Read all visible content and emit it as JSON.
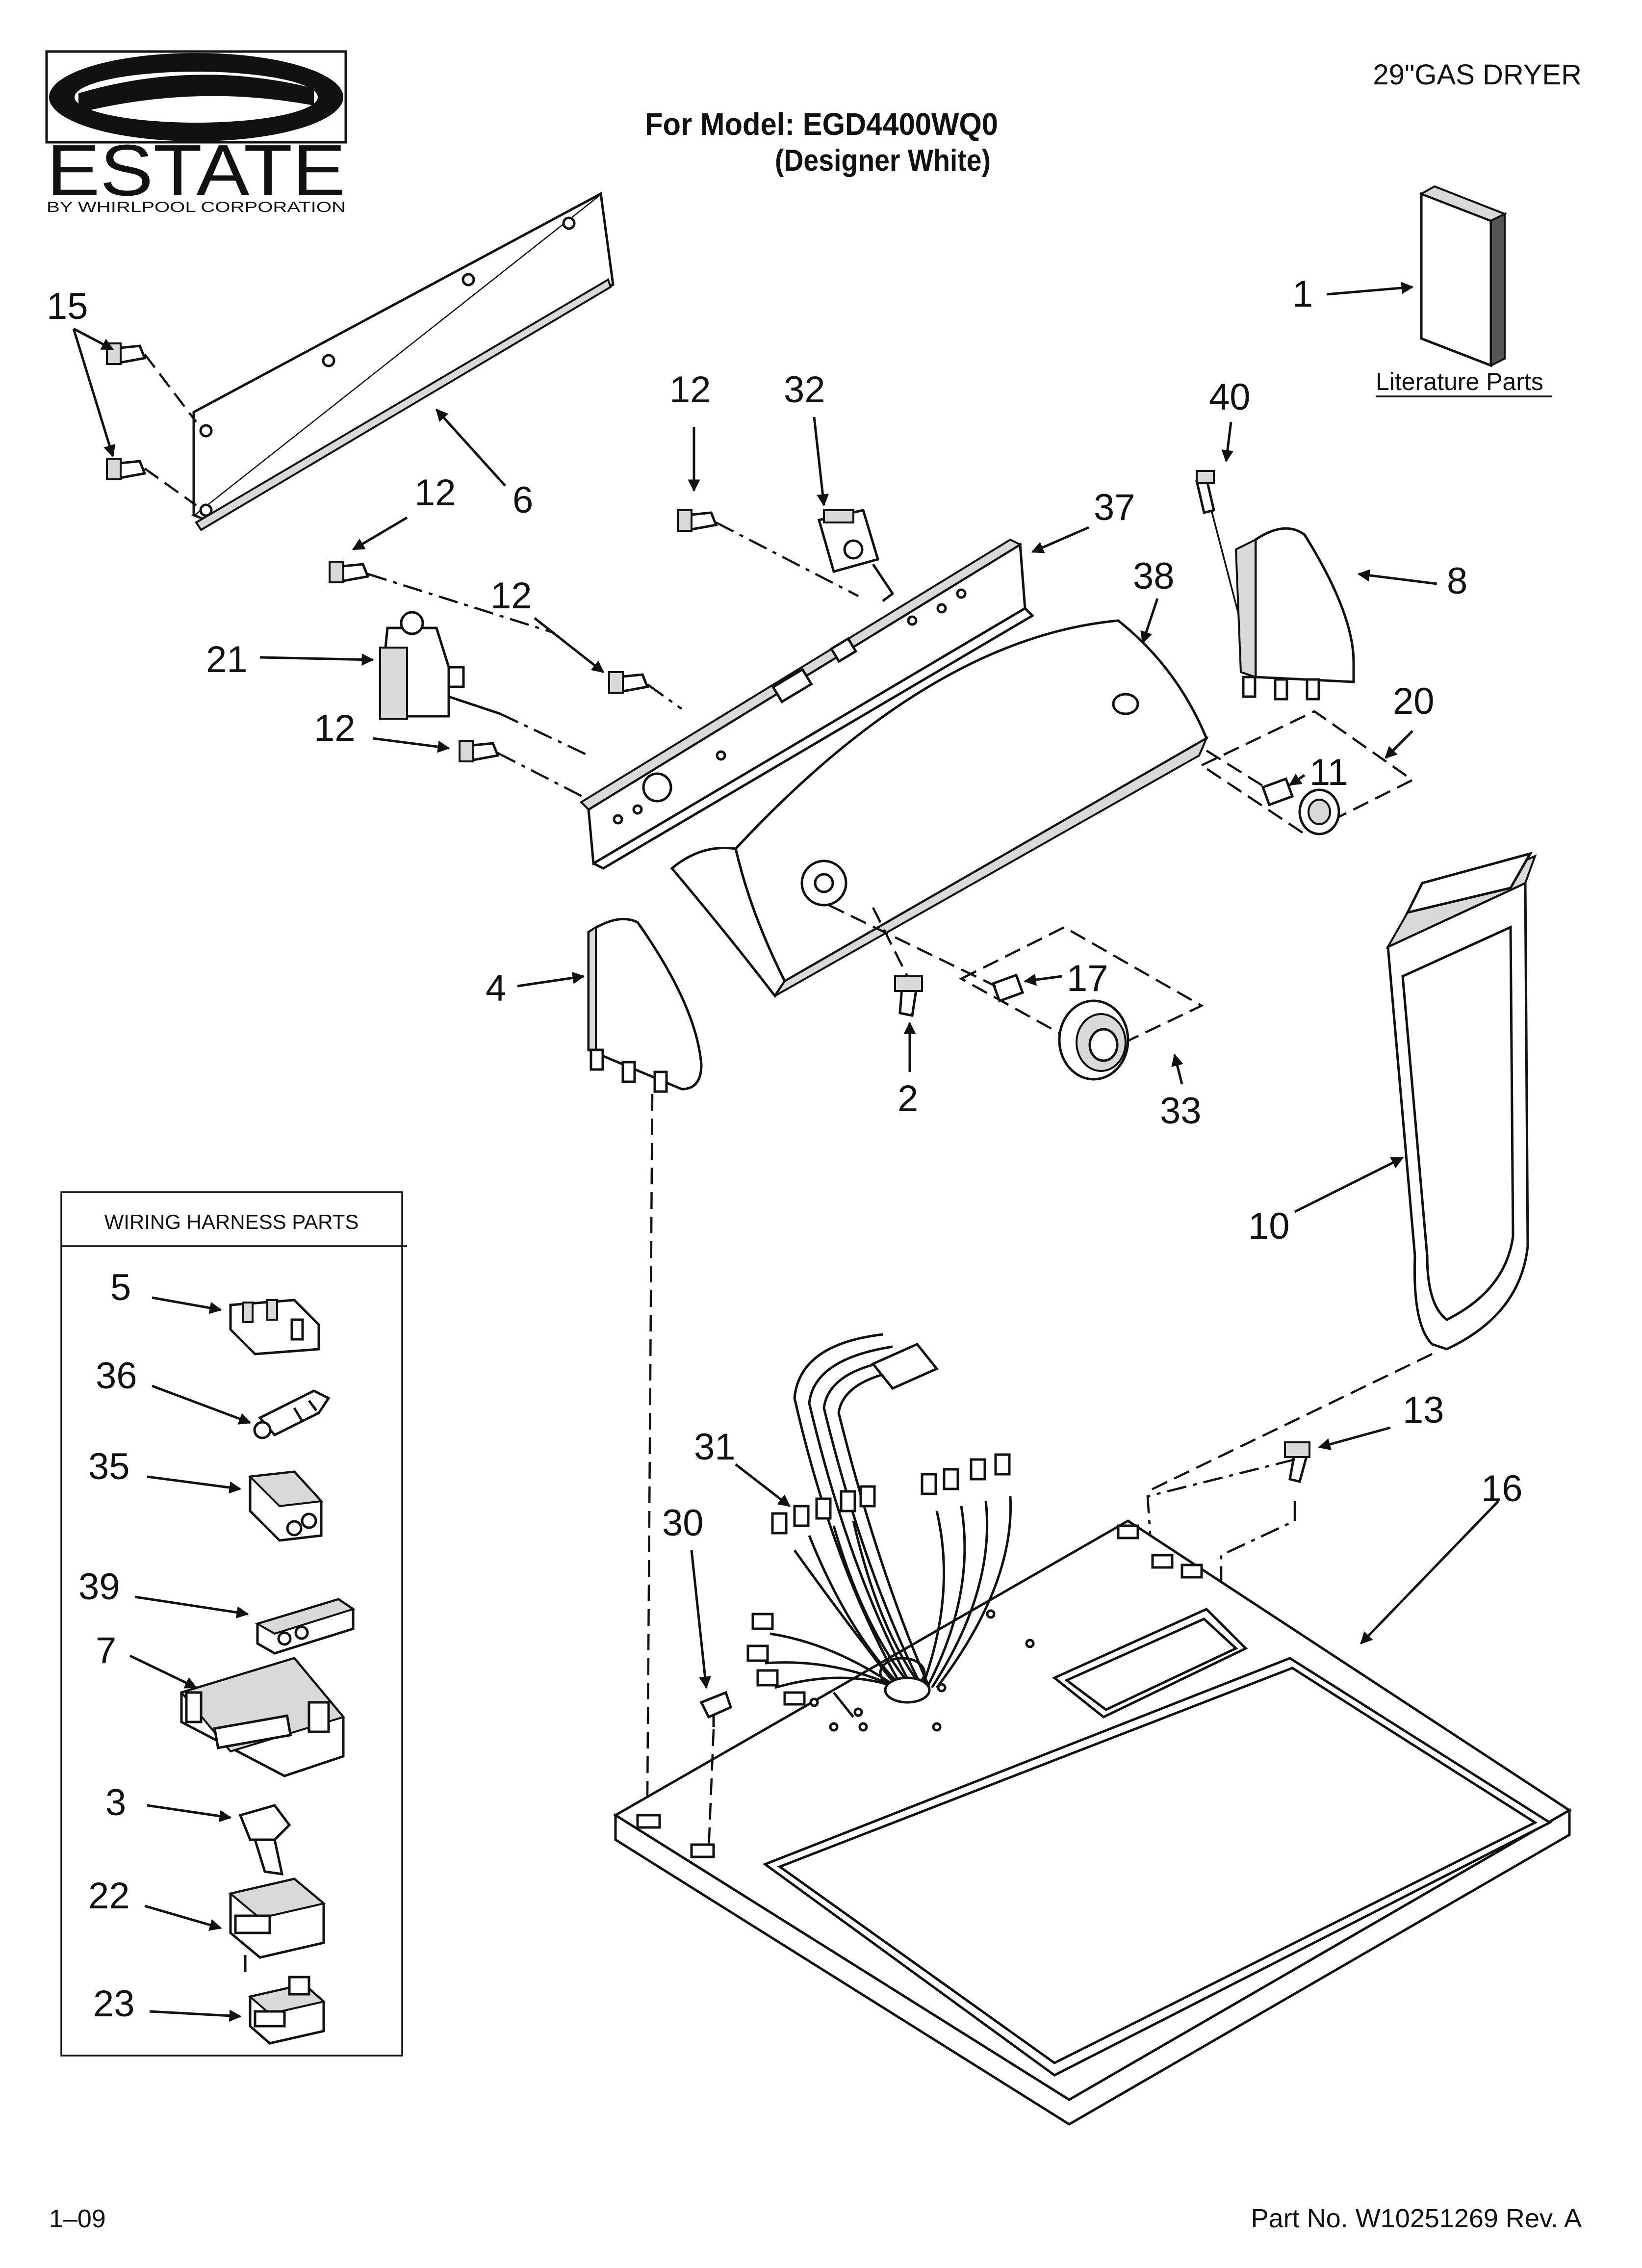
{
  "brand": {
    "name": "ESTATE",
    "tagline": "BY WHIRLPOOL CORPORATION"
  },
  "header": {
    "product": "29\"GAS DRYER",
    "model_line": "For Model: EGD4400WQ0",
    "color_line": "(Designer White)"
  },
  "literature": {
    "label": "Literature Parts"
  },
  "wiring_box": {
    "title": "WIRING HARNESS PARTS"
  },
  "callouts": {
    "c1": "1",
    "c2": "2",
    "c3": "3",
    "c4": "4",
    "c5": "5",
    "c6": "6",
    "c7": "7",
    "c8": "8",
    "c10": "10",
    "c11": "11",
    "c12": "12",
    "c13": "13",
    "c15": "15",
    "c16": "16",
    "c17": "17",
    "c20": "20",
    "c21": "21",
    "c22": "22",
    "c23": "23",
    "c30": "30",
    "c31": "31",
    "c32": "32",
    "c33": "33",
    "c35": "35",
    "c36": "36",
    "c37": "37",
    "c38": "38",
    "c39": "39",
    "c40": "40"
  },
  "footer": {
    "date_code": "1–09",
    "part_number": "Part No. W10251269 Rev. A"
  }
}
